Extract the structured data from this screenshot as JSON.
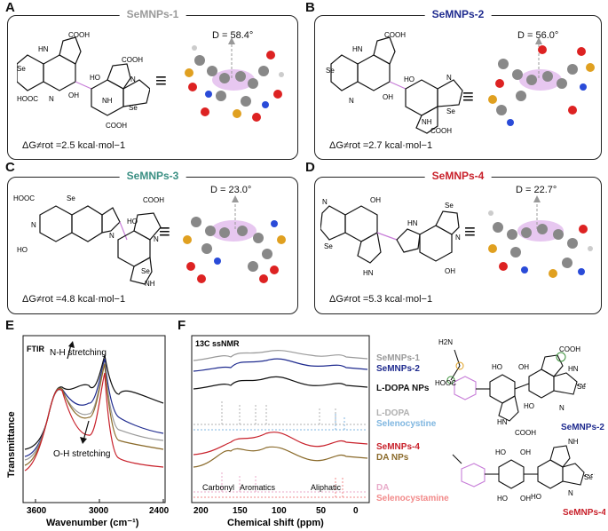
{
  "panels": {
    "A": {
      "letter": "A",
      "title": "SeMNPs-1",
      "title_color": "#9a9a9a",
      "d_label": "D = 58.4°",
      "energy": "ΔG≠rot =2.5 kcal·mol−1"
    },
    "B": {
      "letter": "B",
      "title": "SeMNPs-2",
      "title_color": "#1f2b8f",
      "d_label": "D = 56.0°",
      "energy": "ΔG≠rot =2.7 kcal·mol−1"
    },
    "C": {
      "letter": "C",
      "title": "SeMNPs-3",
      "title_color": "#3a8f83",
      "d_label": "D = 23.0°",
      "energy": "ΔG≠rot =4.8 kcal·mol−1"
    },
    "D": {
      "letter": "D",
      "title": "SeMNPs-4",
      "title_color": "#c8202a",
      "d_label": "D = 22.7°",
      "energy": "ΔG≠rot =5.3 kcal·mol−1"
    },
    "E": {
      "letter": "E"
    },
    "F": {
      "letter": "F"
    }
  },
  "chem_labels": {
    "cooh": "COOH",
    "hooc": "HOOC",
    "oh": "OH",
    "ho": "HO",
    "nh": "NH",
    "hn": "HN",
    "se": "Se",
    "n": "N",
    "h2n": "H2N",
    "equiv": "≡"
  },
  "ftir": {
    "title": "FTIR",
    "annotation_nh": "N-H stretching",
    "annotation_oh": "O-H stretching",
    "ylabel": "Transmittance",
    "xlabel": "Wavenumber (cm⁻¹)",
    "x_ticks": [
      "3600",
      "3000",
      "2400"
    ]
  },
  "nmr": {
    "title": "13C ssNMR",
    "xlabel": "Chemical shift (ppm)",
    "x_ticks": [
      "200",
      "150",
      "100",
      "50",
      "0"
    ],
    "region_labels": [
      "Carbonyl",
      "Aromatics",
      "Aliphatic"
    ],
    "legend": [
      {
        "text": "SeMNPs-1",
        "color": "#9a9a9a"
      },
      {
        "text": "SeMNPs-2",
        "color": "#1f2b8f"
      },
      {
        "text": "L-DOPA NPs",
        "color": "#111111"
      },
      {
        "text": "L-DOPA",
        "color": "#b0b0b0"
      },
      {
        "text": "Selenocystine",
        "color": "#7fb6e0"
      },
      {
        "text": "SeMNPs-4",
        "color": "#c8202a"
      },
      {
        "text": "DA NPs",
        "color": "#8a6a2a"
      },
      {
        "text": "DA",
        "color": "#e8a9c8"
      },
      {
        "text": "Selenocystamine",
        "color": "#f28a8a"
      }
    ]
  },
  "structures": {
    "top_label": "SeMNPs-2",
    "bottom_label": "SeMNPs-4"
  },
  "colors": {
    "gray": "#9a9a9a",
    "navy": "#1f2b8f",
    "teal": "#3a8f83",
    "red": "#c8202a",
    "black": "#111111",
    "brown": "#8a6a2a",
    "purple": "#c77dd8"
  }
}
